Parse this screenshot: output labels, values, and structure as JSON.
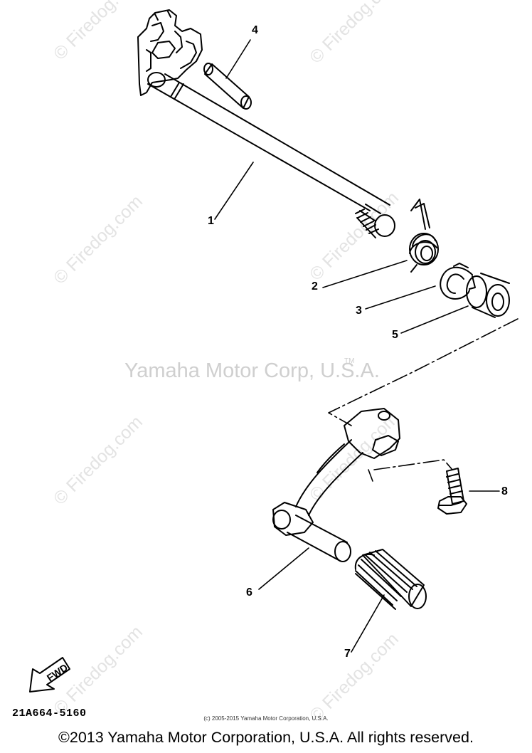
{
  "watermark": {
    "site": "© Firedog.com",
    "center": "Yamaha Motor Corp, U.S.A.",
    "trademark": "TM"
  },
  "diagram": {
    "part_code": "21A664-5160",
    "fwd_label": "FWD",
    "callouts": [
      "1",
      "2",
      "3",
      "4",
      "5",
      "6",
      "7",
      "8"
    ]
  },
  "footer": {
    "small_copyright": "(c) 2005-2015 Yamaha Motor Corporation, U.S.A.",
    "copyright": "©2013 Yamaha Motor Corporation, U.S.A. All rights reserved."
  }
}
